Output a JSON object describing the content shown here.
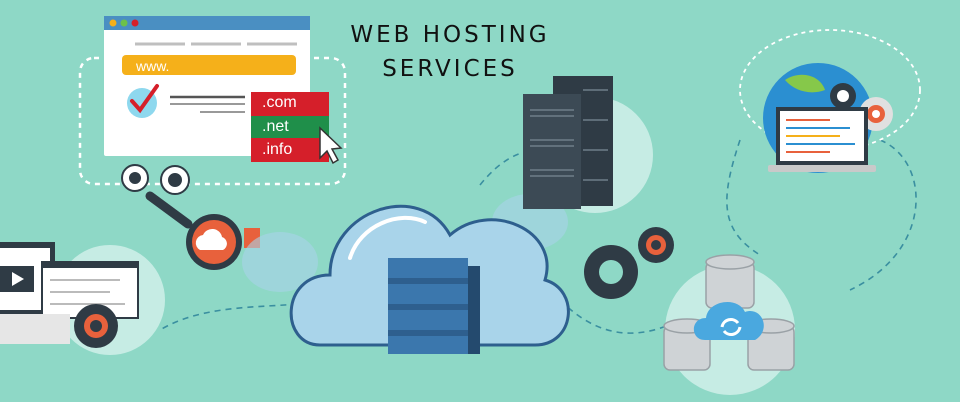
{
  "title": {
    "line1": "WEB HOSTING",
    "line2": "SERVICES"
  },
  "browser": {
    "url_text": "www."
  },
  "domains": [
    ".com",
    ".net",
    ".info"
  ],
  "colors": {
    "background": "#8ed8c6",
    "cloud": "#a9d4ea",
    "server": "#2e5f8e",
    "url_bar": "#f5b01a",
    "domain_red": "#d51f2a",
    "domain_green": "#1f8f4a",
    "gear": "#2f3b45",
    "magnifier": "#e8613c"
  },
  "icons": [
    "browser-window-icon",
    "checkmark-icon",
    "cursor-arrow-icon",
    "gear-icon",
    "magnifier-icon",
    "cloud-icon",
    "server-rack-icon",
    "server-stack-icon",
    "globe-icon",
    "laptop-icon",
    "database-icon",
    "sync-icon"
  ]
}
